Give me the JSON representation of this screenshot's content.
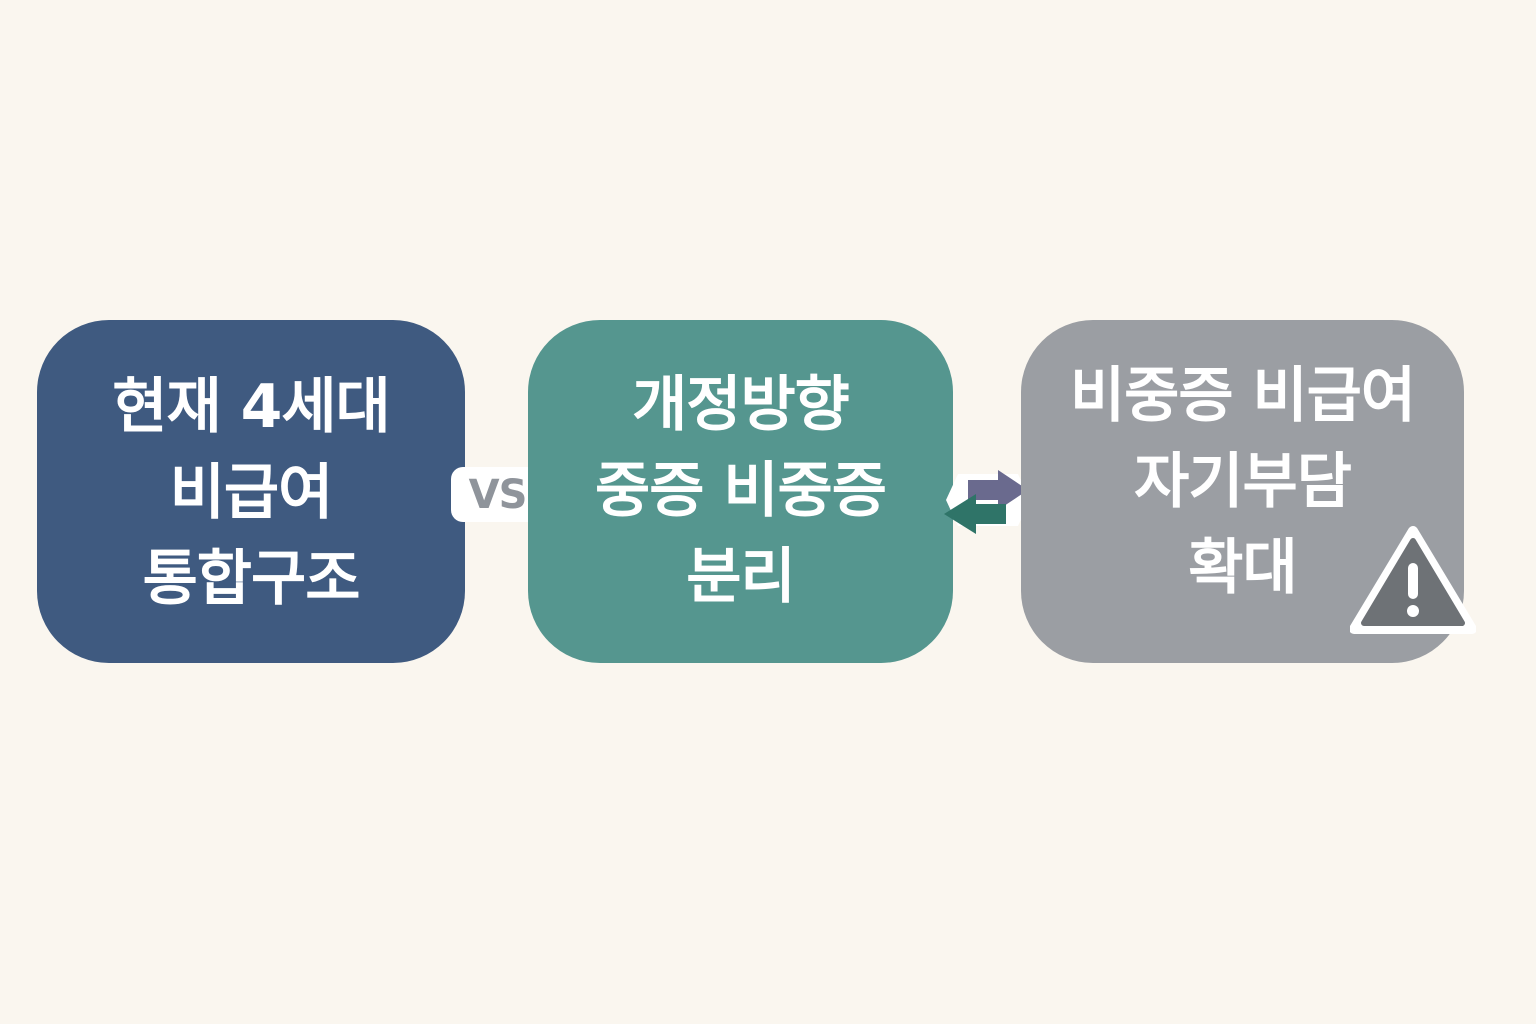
{
  "cards": [
    {
      "lines": [
        "현재 4세대",
        "비급여",
        "통합구조"
      ],
      "color": "#3f5a80"
    },
    {
      "lines": [
        "개정방향",
        "중증 비중증",
        "분리"
      ],
      "color": "#55968f"
    },
    {
      "lines": [
        "비중증 비급여",
        "자기부담",
        "확대"
      ],
      "color": "#9b9ea3"
    }
  ],
  "vs_label": "VS",
  "icons": {
    "swap": "bidirectional-arrows-icon",
    "warning": "warning-triangle-icon"
  },
  "colors": {
    "background": "#faf6ef",
    "arrow_right": "#6a6a8e",
    "arrow_left": "#2f7468",
    "warning_fill": "#6e7276"
  }
}
